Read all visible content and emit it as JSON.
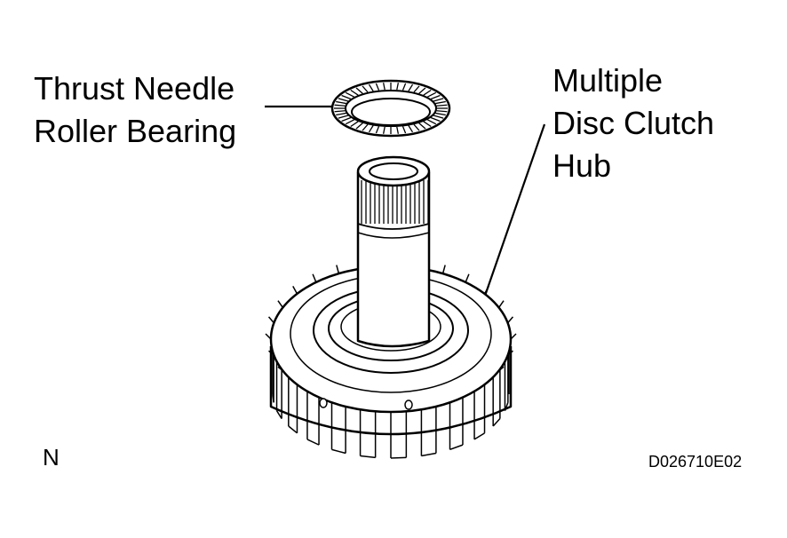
{
  "labels": {
    "bearing_line1": "Thrust Needle",
    "bearing_line2": "Roller Bearing",
    "hub_line1": "Multiple",
    "hub_line2": "Disc Clutch",
    "hub_line3": "Hub"
  },
  "corner_mark": "N",
  "figure_code": "D026710E02"
}
